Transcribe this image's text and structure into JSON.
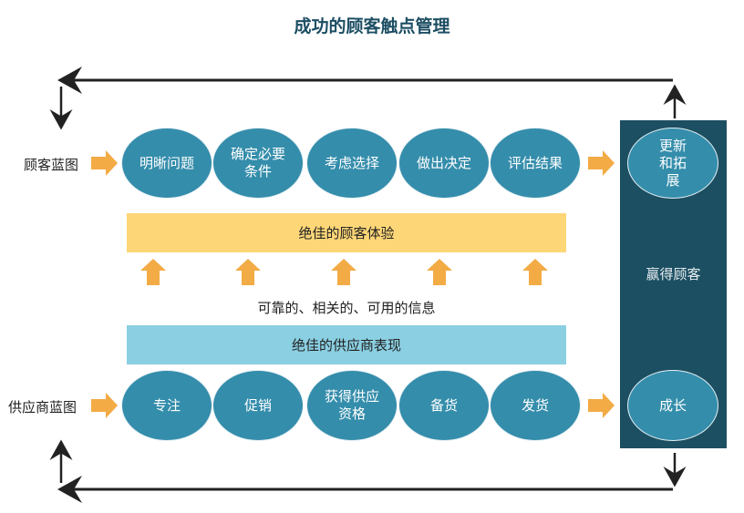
{
  "title": "成功的顾客触点管理",
  "customer_row": {
    "label": "顾客蓝图",
    "steps": [
      "明晰问题",
      "确定必要条件",
      "考虑选择",
      "做出决定",
      "评估结果"
    ],
    "outcome": "更新和拓展"
  },
  "experience_bar": "绝佳的顾客体验",
  "information_text": "可靠的、相关的、可用的信息",
  "performance_bar": "绝佳的供应商表现",
  "supplier_row": {
    "label": "供应商蓝图",
    "steps": [
      "专注",
      "促销",
      "获得供应资格",
      "备货",
      "发货"
    ],
    "outcome": "成长"
  },
  "win_label": "赢得顾客",
  "colors": {
    "title": "#1d4e63",
    "ellipse": "#348dab",
    "dark_box": "#1c4f62",
    "yellow": "#fdd677",
    "light_blue": "#8acfe2",
    "orange": "#f3ab45"
  }
}
